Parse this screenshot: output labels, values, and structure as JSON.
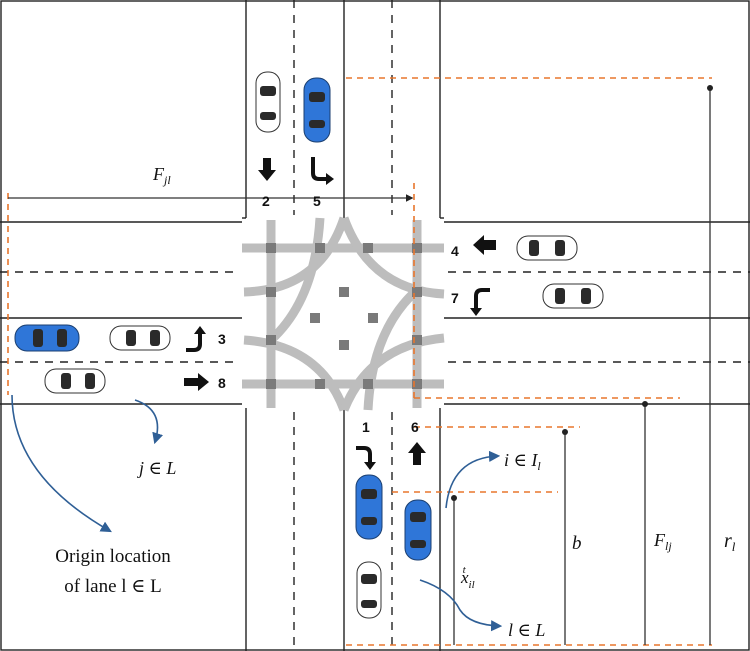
{
  "labels": {
    "F_jl": "F",
    "F_jl_sub": "jl",
    "F_lj": "F",
    "F_lj_sub": "lj",
    "r_l": "r",
    "r_l_sub": "l",
    "b": "b",
    "x_il": "x",
    "x_il_sub": "il",
    "x_il_sup": "t",
    "i_in_I": "i ∈ I",
    "i_in_I_sub": "l",
    "l_in_L": "l ∈ L",
    "j_in_L": "j ∈ L",
    "origin_line1": "Origin location",
    "origin_line2": "of lane l ∈ L"
  },
  "movements": [
    "1",
    "2",
    "3",
    "4",
    "5",
    "6",
    "7",
    "8"
  ],
  "colors": {
    "orange_dashed": "#e8762d",
    "blue_car": "#2f76d8",
    "trail": "#bdbdbd",
    "conflict_point": "#7a7a7a",
    "annotation_arrow": "#2f5f96"
  },
  "icons": [
    "turn-left-arrow-icon",
    "straight-arrow-icon",
    "u-turn-arrow-icon",
    "right-arrow-icon",
    "left-arrow-icon"
  ]
}
